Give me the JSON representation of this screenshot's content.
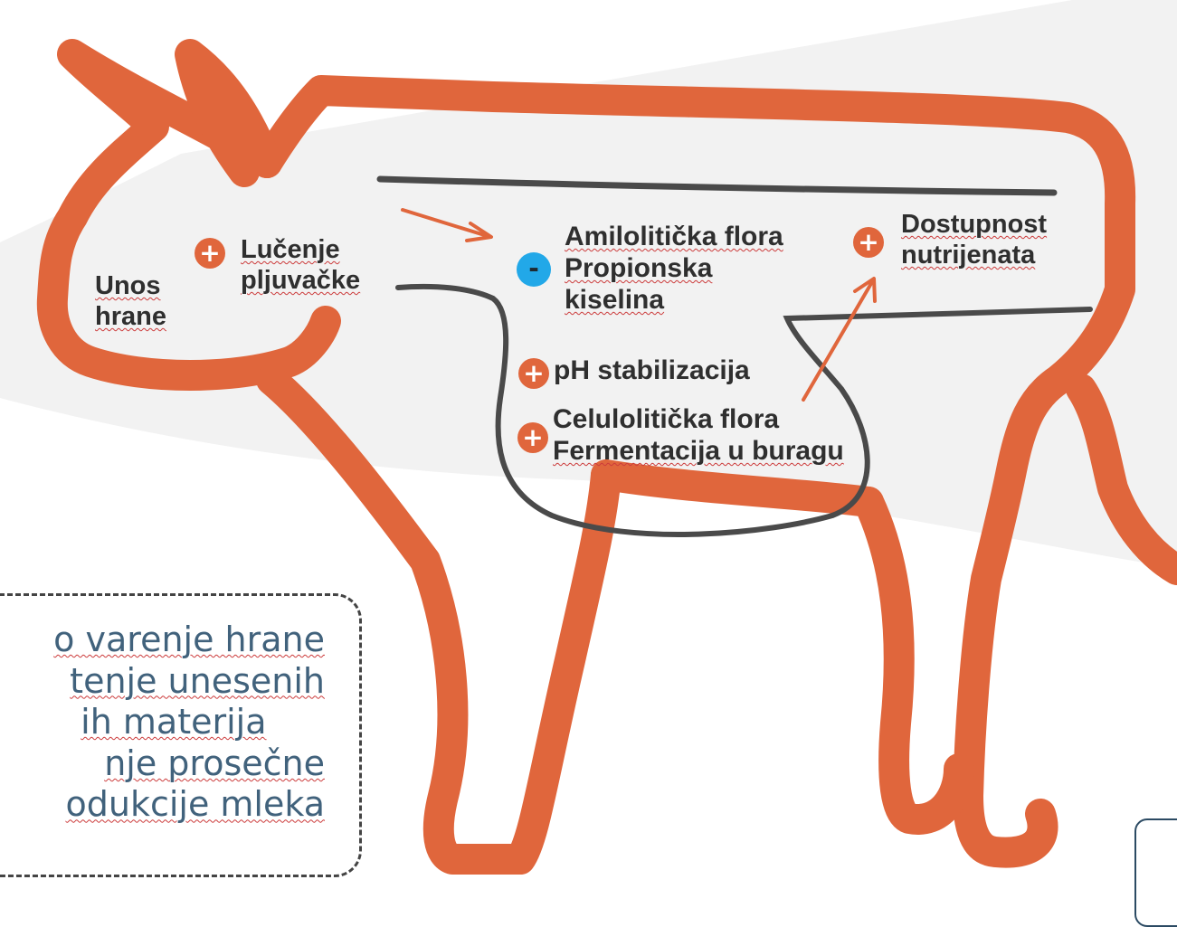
{
  "colors": {
    "cow_outline": "#e0663c",
    "plus_badge": "#e0663c",
    "minus_badge": "#22a8e8",
    "text": "#2f2f2f",
    "note_text": "#41627c",
    "stomach_line": "#4a4a4a",
    "spell_underline": "#cc3b3b"
  },
  "labels": {
    "unos_line1": "Unos",
    "unos_line2": "hrane",
    "lucenje_line1": "Lučenje",
    "lucenje_line2": "pljuvačke",
    "amilo_line1": "Amilolitička flora",
    "amilo_line2": "Propionska",
    "amilo_line3": "kiselina",
    "ph": "pH stabilizacija",
    "celulo_line1": "Celulolitička flora",
    "celulo_line2": "Fermentacija  u buragu",
    "dostupnost_line1": "Dostupnost",
    "dostupnost_line2": "nutrijenata"
  },
  "badges": {
    "plus": "+",
    "minus": "-"
  },
  "note": {
    "line1": "o varenje hrane",
    "line2": "tenje unesenih",
    "line3": "ih materija",
    "line4": "nje prosečne",
    "line5": "odukcije mleka"
  }
}
